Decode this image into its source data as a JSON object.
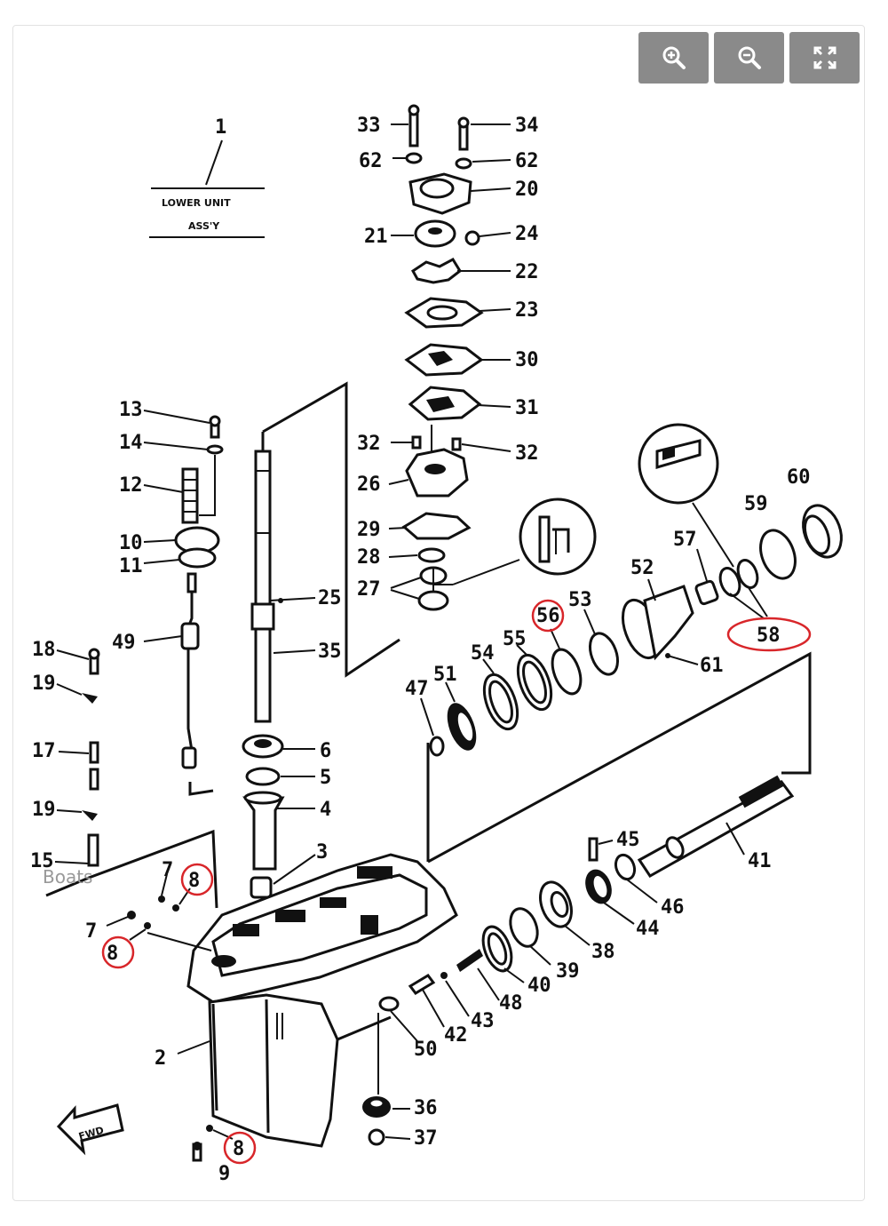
{
  "toolbar": {
    "zoom_in_icon": "zoom-in-icon",
    "zoom_out_icon": "zoom-out-icon",
    "fullscreen_icon": "fullscreen-icon",
    "button_color": "#8a8a8a"
  },
  "diagram": {
    "assembly_number": "1",
    "assembly_title_line1": "LOWER UNIT",
    "assembly_title_line2": "ASS'Y",
    "fwd_label": "FWD",
    "watermark": "Boats",
    "highlight_color": "#d8262a",
    "labels": {
      "p33": "33",
      "p34": "34",
      "p62a": "62",
      "p62b": "62",
      "p20": "20",
      "p21": "21",
      "p24": "24",
      "p22": "22",
      "p23": "23",
      "p30": "30",
      "p31": "31",
      "p32a": "32",
      "p32b": "32",
      "p26": "26",
      "p29": "29",
      "p28": "28",
      "p27": "27",
      "p25": "25",
      "p35": "35",
      "p13": "13",
      "p14": "14",
      "p12": "12",
      "p10": "10",
      "p11": "11",
      "p49": "49",
      "p18": "18",
      "p19a": "19",
      "p17": "17",
      "p19b": "19",
      "p15": "15",
      "p6": "6",
      "p5": "5",
      "p4": "4",
      "p3": "3",
      "p7a": "7",
      "p8a": "8",
      "p7b": "7",
      "p8b": "8",
      "p2": "2",
      "p8c": "8",
      "p9": "9",
      "p60": "60",
      "p59": "59",
      "p57": "57",
      "p52": "52",
      "p58": "58",
      "p56": "56",
      "p53": "53",
      "p55": "55",
      "p54": "54",
      "p51": "51",
      "p47": "47",
      "p61": "61",
      "p45": "45",
      "p41": "41",
      "p46": "46",
      "p44": "44",
      "p38": "38",
      "p39": "39",
      "p40": "40",
      "p48": "48",
      "p43": "43",
      "p42": "42",
      "p50": "50",
      "p36": "36",
      "p37": "37"
    }
  }
}
